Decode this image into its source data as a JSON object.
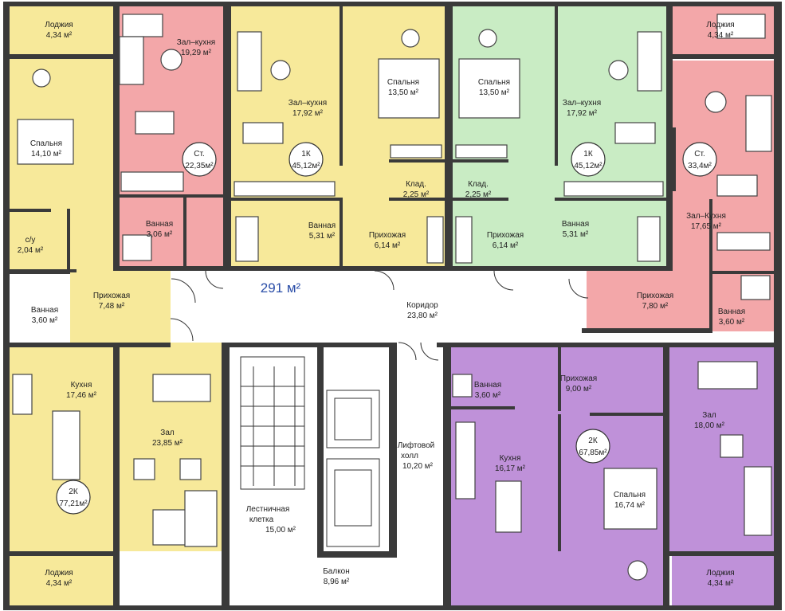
{
  "total_area": "291 м²",
  "colors": {
    "yellow": "#f7e99a",
    "pink": "#f3a7a9",
    "green": "#c9ecc4",
    "purple": "#bf91d9",
    "white": "#ffffff",
    "wall": "#3a3a3a"
  },
  "apartments": [
    {
      "id": "st-left",
      "type": "Ст.",
      "area": "22,35м²"
    },
    {
      "id": "1k-left",
      "type": "1К",
      "area": "45,12м²"
    },
    {
      "id": "1k-right",
      "type": "1К",
      "area": "45,12м²"
    },
    {
      "id": "st-right",
      "type": "Ст.",
      "area": "33,4м²"
    },
    {
      "id": "2k-left",
      "type": "2К",
      "area": "77,21м²"
    },
    {
      "id": "2k-right",
      "type": "2К",
      "area": "67,85м²"
    }
  ],
  "rooms": [
    {
      "id": "loggia-tl",
      "name": "Лоджия",
      "area": "4,34 м²"
    },
    {
      "id": "bedroom-l1",
      "name": "Спальня",
      "area": "14,10 м²"
    },
    {
      "id": "wc-l",
      "name": "с/у",
      "area": "2,04 м²"
    },
    {
      "id": "bath-l",
      "name": "Ванная",
      "area": "3,60 м²"
    },
    {
      "id": "hall-l",
      "name": "Прихожая",
      "area": "7,48 м²"
    },
    {
      "id": "kitchen-l",
      "name": "Кухня",
      "area": "17,46 м²"
    },
    {
      "id": "living-l",
      "name": "Зал",
      "area": "23,85 м²"
    },
    {
      "id": "loggia-bl",
      "name": "Лоджия",
      "area": "4,34 м²"
    },
    {
      "id": "studio-l-living",
      "name": "Зал–кухня",
      "area": "19,29 м²"
    },
    {
      "id": "studio-l-bath",
      "name": "Ванная",
      "area": "3,06 м²"
    },
    {
      "id": "1kl-living",
      "name": "Зал–кухня",
      "area": "17,92 м²"
    },
    {
      "id": "1kl-bath",
      "name": "Ванная",
      "area": "5,31 м²"
    },
    {
      "id": "1kl-bedroom",
      "name": "Спальня",
      "area": "13,50 м²"
    },
    {
      "id": "1kl-storage",
      "name": "Клад.",
      "area": "2,25 м²"
    },
    {
      "id": "1kl-hall",
      "name": "Прихожая",
      "area": "6,14 м²"
    },
    {
      "id": "1kr-bedroom",
      "name": "Спальня",
      "area": "13,50 м²"
    },
    {
      "id": "1kr-storage",
      "name": "Клад.",
      "area": "2,25 м²"
    },
    {
      "id": "1kr-hall",
      "name": "Прихожая",
      "area": "6,14 м²"
    },
    {
      "id": "1kr-living",
      "name": "Зал–кухня",
      "area": "17,92 м²"
    },
    {
      "id": "1kr-bath",
      "name": "Ванная",
      "area": "5,31 м²"
    },
    {
      "id": "loggia-tr",
      "name": "Лоджия",
      "area": "4,34 м²"
    },
    {
      "id": "studio-r-living",
      "name": "Зал–Кухня",
      "area": "17,65 м²"
    },
    {
      "id": "studio-r-hall",
      "name": "Прихожая",
      "area": "7,80 м²"
    },
    {
      "id": "studio-r-bath",
      "name": "Ванная",
      "area": "3,60 м²"
    },
    {
      "id": "corridor",
      "name": "Коридор",
      "area": "23,80 м²"
    },
    {
      "id": "stairs",
      "name": "Лестничная клетка",
      "name1": "Лестничная",
      "name2": "клетка",
      "area": "15,00 м²"
    },
    {
      "id": "lift-hall",
      "name": "Лифтовой холл",
      "name1": "Лифтовой",
      "name2": "холл",
      "area": "10,20 м²"
    },
    {
      "id": "balcony",
      "name": "Балкон",
      "area": "8,96 м²"
    },
    {
      "id": "2kr-bath",
      "name": "Ванная",
      "area": "3,60 м²"
    },
    {
      "id": "2kr-hall",
      "name": "Прихожая",
      "area": "9,00 м²"
    },
    {
      "id": "2kr-kitchen",
      "name": "Кухня",
      "area": "16,17 м²"
    },
    {
      "id": "2kr-bedroom",
      "name": "Спальня",
      "area": "16,74 м²"
    },
    {
      "id": "2kr-living",
      "name": "Зал",
      "area": "18,00 м²"
    },
    {
      "id": "loggia-br",
      "name": "Лоджия",
      "area": "4,34 м²"
    }
  ]
}
